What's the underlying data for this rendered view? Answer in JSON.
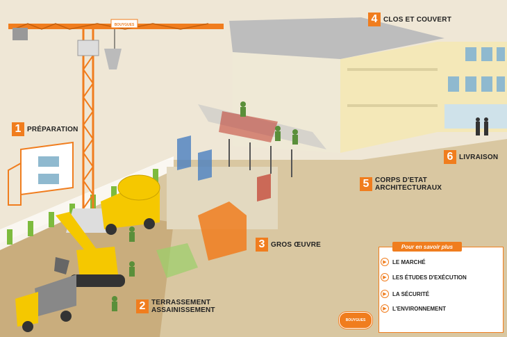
{
  "steps": [
    {
      "num": "1",
      "label": "PRÉPARATION"
    },
    {
      "num": "2",
      "label_line1": "TERRASSEMENT",
      "label_line2": "ASSAINISSEMENT"
    },
    {
      "num": "3",
      "label": "GROS ŒUVRE"
    },
    {
      "num": "4",
      "label": "CLOS ET COUVERT"
    },
    {
      "num": "5",
      "label_line1": "CORPS D'ETAT",
      "label_line2": "ARCHITECTURAUX"
    },
    {
      "num": "6",
      "label": "LIVRAISON"
    }
  ],
  "panel": {
    "title": "Pour en savoir plus",
    "links": [
      "LE MARCHÉ",
      "LES ÉTUDES D'EXÉCUTION",
      "LA SÉCURITÉ",
      "L'ENVIRONNEMENT"
    ]
  },
  "brand": {
    "crane_logo": "BOUYGUES",
    "bottom_logo": "BOUYGUES"
  },
  "colors": {
    "accent": "#f07d1e",
    "background": "#efe7d6",
    "building": "#f4e8b8"
  }
}
